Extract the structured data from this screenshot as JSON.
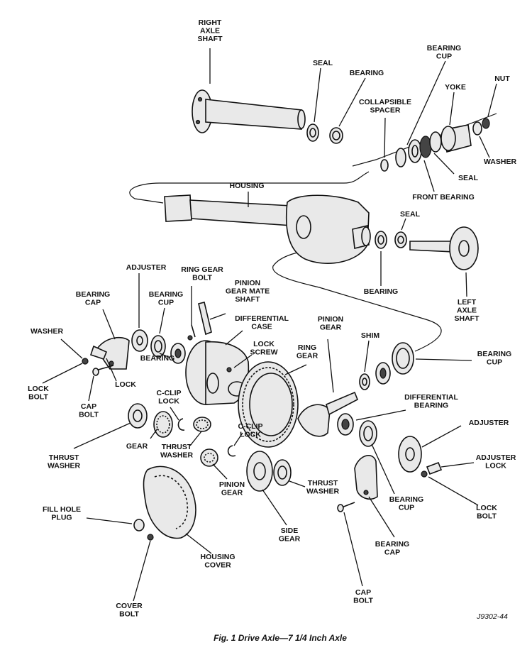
{
  "caption": "Fig. 1 Drive Axle—7 1/4 Inch Axle",
  "reference": "J9302-44",
  "labels": {
    "right_axle_shaft": [
      "RIGHT",
      "AXLE",
      "SHAFT"
    ],
    "seal_top": "SEAL",
    "bearing_top": "BEARING",
    "bearing_cup_top": [
      "BEARING",
      "CUP"
    ],
    "nut": "NUT",
    "yoke": "YOKE",
    "collapsible_spacer": [
      "COLLAPSIBLE",
      "SPACER"
    ],
    "washer_right": "WASHER",
    "seal_yoke": "SEAL",
    "front_bearing": "FRONT BEARING",
    "housing": "HOUSING",
    "seal_mid": "SEAL",
    "bearing_mid": "BEARING",
    "left_axle_shaft": [
      "LEFT",
      "AXLE",
      "SHAFT"
    ],
    "adjuster_left": "ADJUSTER",
    "ring_gear_bolt": [
      "RING GEAR",
      "BOLT"
    ],
    "pinion_gear_mate_shaft": [
      "PINION",
      "GEAR MATE",
      "SHAFT"
    ],
    "bearing_cap_left": [
      "BEARING",
      "CAP"
    ],
    "bearing_cup_left": [
      "BEARING",
      "CUP"
    ],
    "differential_case": [
      "DIFFERENTIAL",
      "CASE"
    ],
    "washer_left": "WASHER",
    "lock_screw": [
      "LOCK",
      "SCREW"
    ],
    "pinion_gear_top": [
      "PINION",
      "GEAR"
    ],
    "ring_gear": [
      "RING",
      "GEAR"
    ],
    "shim": "SHIM",
    "bearing_cup_right": [
      "BEARING",
      "CUP"
    ],
    "bearing_left": "BEARING",
    "lock": "LOCK",
    "lock_bolt_left": [
      "LOCK",
      "BOLT"
    ],
    "cap_bolt_left": [
      "CAP",
      "BOLT"
    ],
    "c_clip_lock_left": [
      "C-CLIP",
      "LOCK"
    ],
    "differential_bearing": [
      "DIFFERENTIAL",
      "BEARING"
    ],
    "gear": "GEAR",
    "thrust_washer_left": [
      "THRUST",
      "WASHER"
    ],
    "thrust_washer_mid": [
      "THRUST",
      "WASHER"
    ],
    "c_clip_lock_mid": [
      "C-CLIP",
      "LOCK"
    ],
    "adjuster_right": "ADJUSTER",
    "adjuster_lock": [
      "ADJUSTER",
      "LOCK"
    ],
    "pinion_gear_bottom": [
      "PINION",
      "GEAR"
    ],
    "thrust_washer_right": [
      "THRUST",
      "WASHER"
    ],
    "bearing_cup_bottom": [
      "BEARING",
      "CUP"
    ],
    "lock_bolt_right": [
      "LOCK",
      "BOLT"
    ],
    "fill_hole_plug": [
      "FILL HOLE",
      "PLUG"
    ],
    "bearing_cap_bottom": [
      "BEARING",
      "CAP"
    ],
    "side_gear": [
      "SIDE",
      "GEAR"
    ],
    "housing_cover": [
      "HOUSING",
      "COVER"
    ],
    "cap_bolt_bottom": [
      "CAP",
      "BOLT"
    ],
    "cover_bolt": [
      "COVER",
      "BOLT"
    ]
  }
}
